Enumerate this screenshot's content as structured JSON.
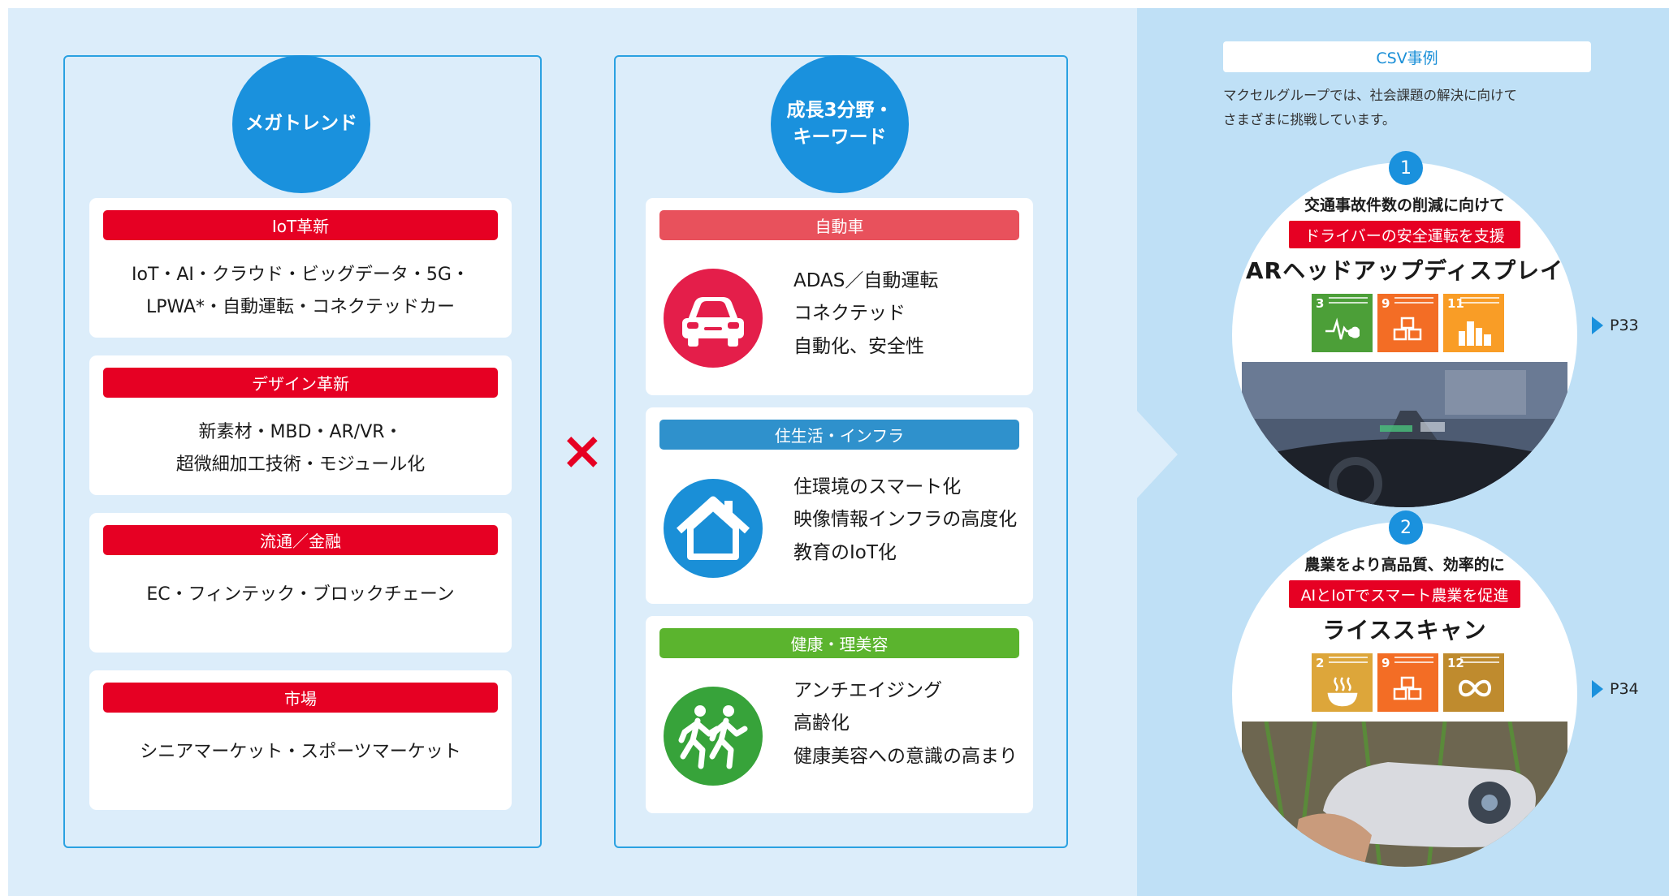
{
  "left": {
    "megatrend_title": "メガトレンド",
    "cards": [
      {
        "label": "IoT革新",
        "lines": [
          "IoT・AI・クラウド・ビッグデータ・5G・",
          "LPWA*・自動運転・コネクテッドカー"
        ]
      },
      {
        "label": "デザイン革新",
        "lines": [
          "新素材・MBD・AR/VR・",
          "超微細加工技術・モジュール化"
        ]
      },
      {
        "label": "流通／金融",
        "lines": [
          "EC・フィンテック・ブロックチェーン"
        ]
      },
      {
        "label": "市場",
        "lines": [
          "シニアマーケット・スポーツマーケット"
        ]
      }
    ]
  },
  "operator": "×",
  "middle": {
    "title": "成長3分野・\nキーワード",
    "fields": [
      {
        "label": "自動車",
        "icon": "car-icon",
        "color": "#e41e4a",
        "lines": [
          "ADAS／自動運転",
          "コネクテッド",
          "自動化、安全性"
        ]
      },
      {
        "label": "住生活・インフラ",
        "icon": "house-icon",
        "color": "#1a8fd7",
        "lines": [
          "住環境のスマート化",
          "映像情報インフラの高度化",
          "教育のIoT化"
        ]
      },
      {
        "label": "健康・理美容",
        "icon": "runners-icon",
        "color": "#37a33a",
        "lines": [
          "アンチエイジング",
          "高齢化",
          "健康美容への意識の高まり"
        ]
      }
    ]
  },
  "csv": {
    "header": "CSV事例",
    "desc_line1": "マクセルグループでは、社会課題の解決に向けて",
    "desc_line2": "さまざまに挑戦しています。",
    "cases": [
      {
        "number": "1",
        "lead": "交通事故件数の削減に向けて",
        "highlight": "ドライバーの安全運転を支援",
        "product": "ARヘッドアップディスプレイ",
        "page": "P33",
        "sdgs": [
          {
            "num": "3",
            "color": "#4c9f38",
            "icon": "heartbeat-icon"
          },
          {
            "num": "9",
            "color": "#f36d25",
            "icon": "cubes-icon"
          },
          {
            "num": "11",
            "color": "#f99d26",
            "icon": "city-icon"
          }
        ]
      },
      {
        "number": "2",
        "lead": "農業をより高品質、効率的に",
        "highlight": "AIとIoTでスマート農業を促進",
        "product": "ライススキャン",
        "page": "P34",
        "sdgs": [
          {
            "num": "2",
            "color": "#dda63a",
            "icon": "bowl-icon"
          },
          {
            "num": "9",
            "color": "#f36d25",
            "icon": "cubes-icon"
          },
          {
            "num": "12",
            "color": "#bf8b2e",
            "icon": "infinity-icon"
          }
        ]
      }
    ]
  }
}
